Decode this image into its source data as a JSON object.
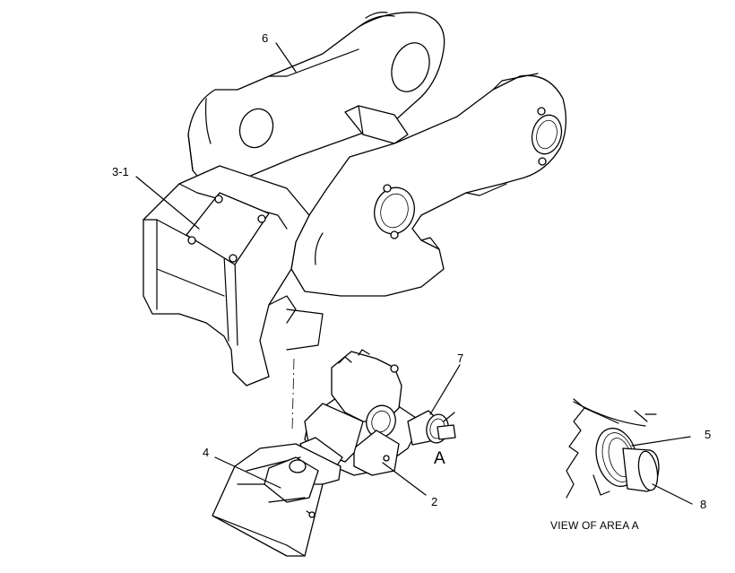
{
  "diagram": {
    "callouts": [
      {
        "id": "6",
        "text": "6"
      },
      {
        "id": "3-1",
        "text": "3-1"
      },
      {
        "id": "7",
        "text": "7"
      },
      {
        "id": "A",
        "text": "A"
      },
      {
        "id": "4",
        "text": "4"
      },
      {
        "id": "2",
        "text": "2"
      },
      {
        "id": "5",
        "text": "5"
      },
      {
        "id": "8",
        "text": "8"
      }
    ],
    "view_caption": "VIEW OF AREA  A"
  }
}
